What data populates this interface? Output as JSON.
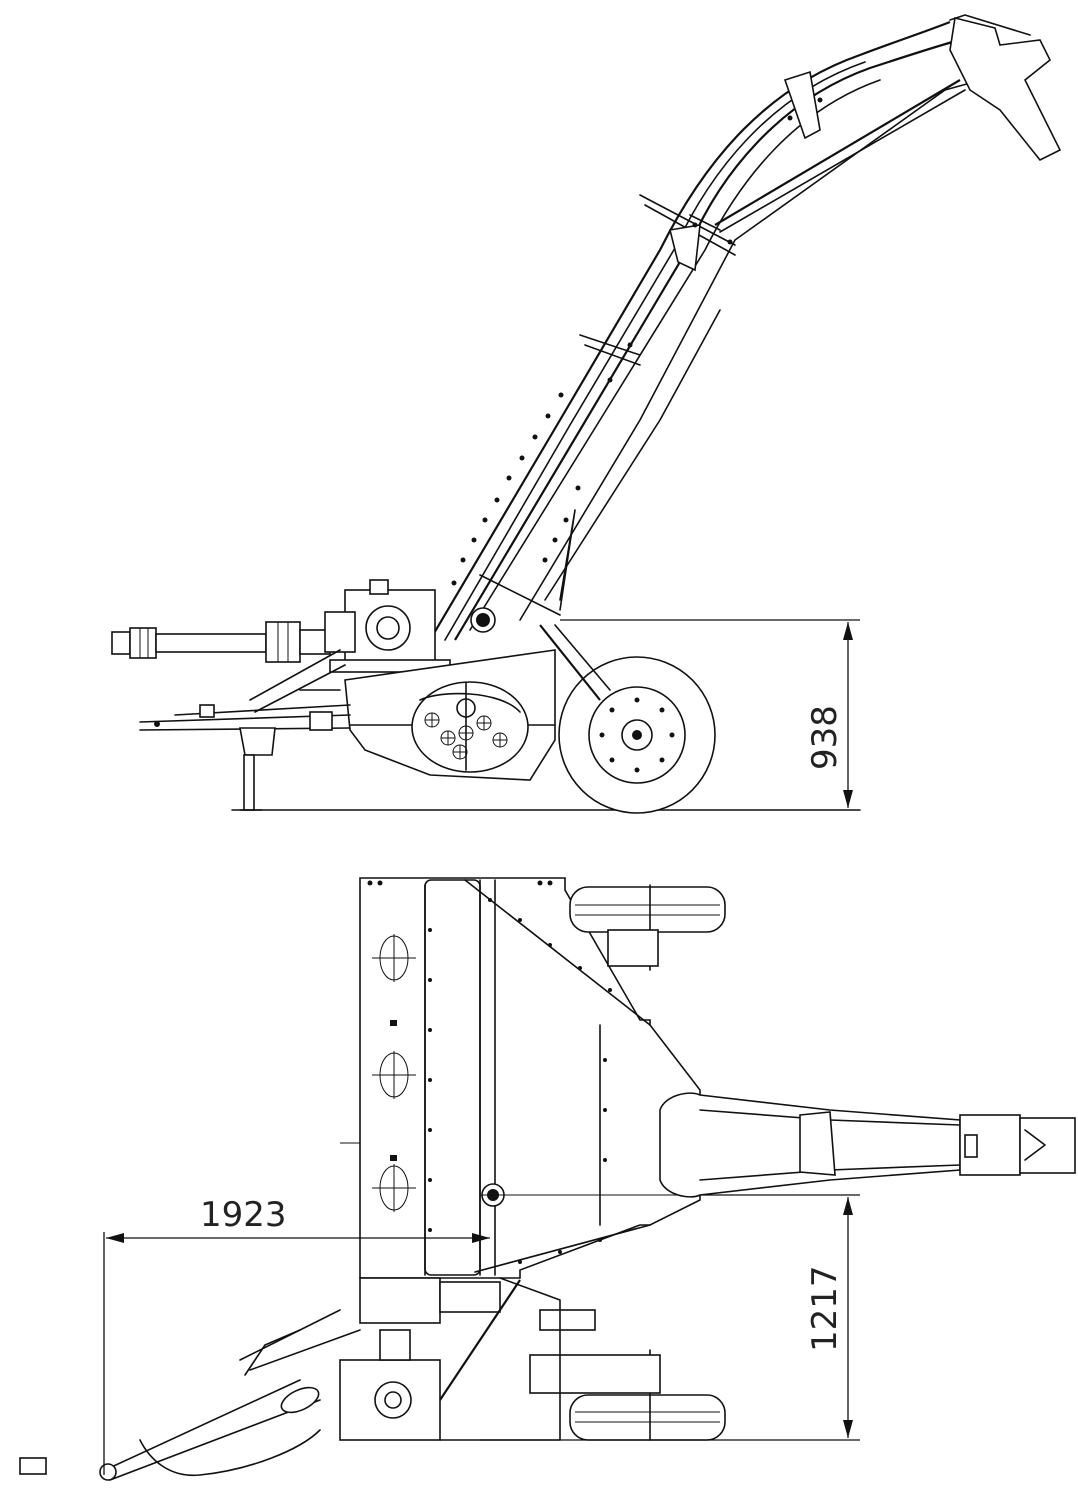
{
  "dimensions": {
    "side_height": "938",
    "top_length": "1923",
    "top_width": "1217"
  }
}
